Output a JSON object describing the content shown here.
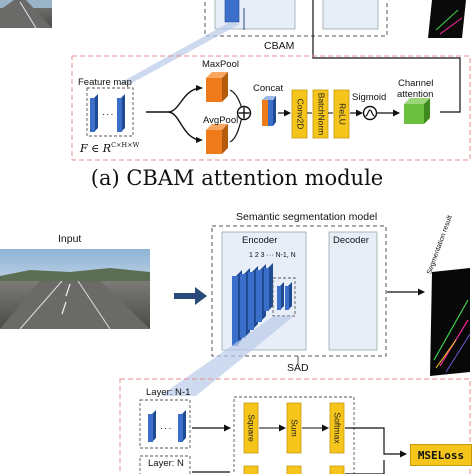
{
  "cbam": {
    "title": "CBAM",
    "feature_map": "Feature map",
    "maxpool": "MaxPool",
    "avgpool": "AvgPool",
    "concat": "Concat",
    "conv2d": "Conv2D",
    "batchnorm": "BatchNorm",
    "relu": "ReLU",
    "sigmoid": "Sigmoid",
    "channel_attention_line1": "Channel",
    "channel_attention_line2": "attention",
    "formula_main": "F ∈ R",
    "formula_sup": "C×H×W",
    "dots": "···"
  },
  "caption_a": "(a) CBAM attention module",
  "model": {
    "title": "Semantic segmentation model",
    "input_label": "Input",
    "encoder": "Encoder",
    "decoder": "Decoder",
    "layer_indices": "1  2  3 ··· N-1, N",
    "result_label": "Segmentation result",
    "sad": "SAD"
  },
  "sad": {
    "layer_n1": "Layer: N-1",
    "layer_n": "Layer: N",
    "square": "Square",
    "sum": "Sum",
    "softmax": "Softmax",
    "mseloss": "MSELoss",
    "dots": "···"
  },
  "colors": {
    "blue": "#3b6fc9",
    "blue_dark": "#1f4a94",
    "orange": "#ef7a1a",
    "yellow": "#f5c51b",
    "green": "#6dbf3f",
    "dashed_red": "#e88f8f",
    "arrow_navy": "#2a4a7a"
  }
}
